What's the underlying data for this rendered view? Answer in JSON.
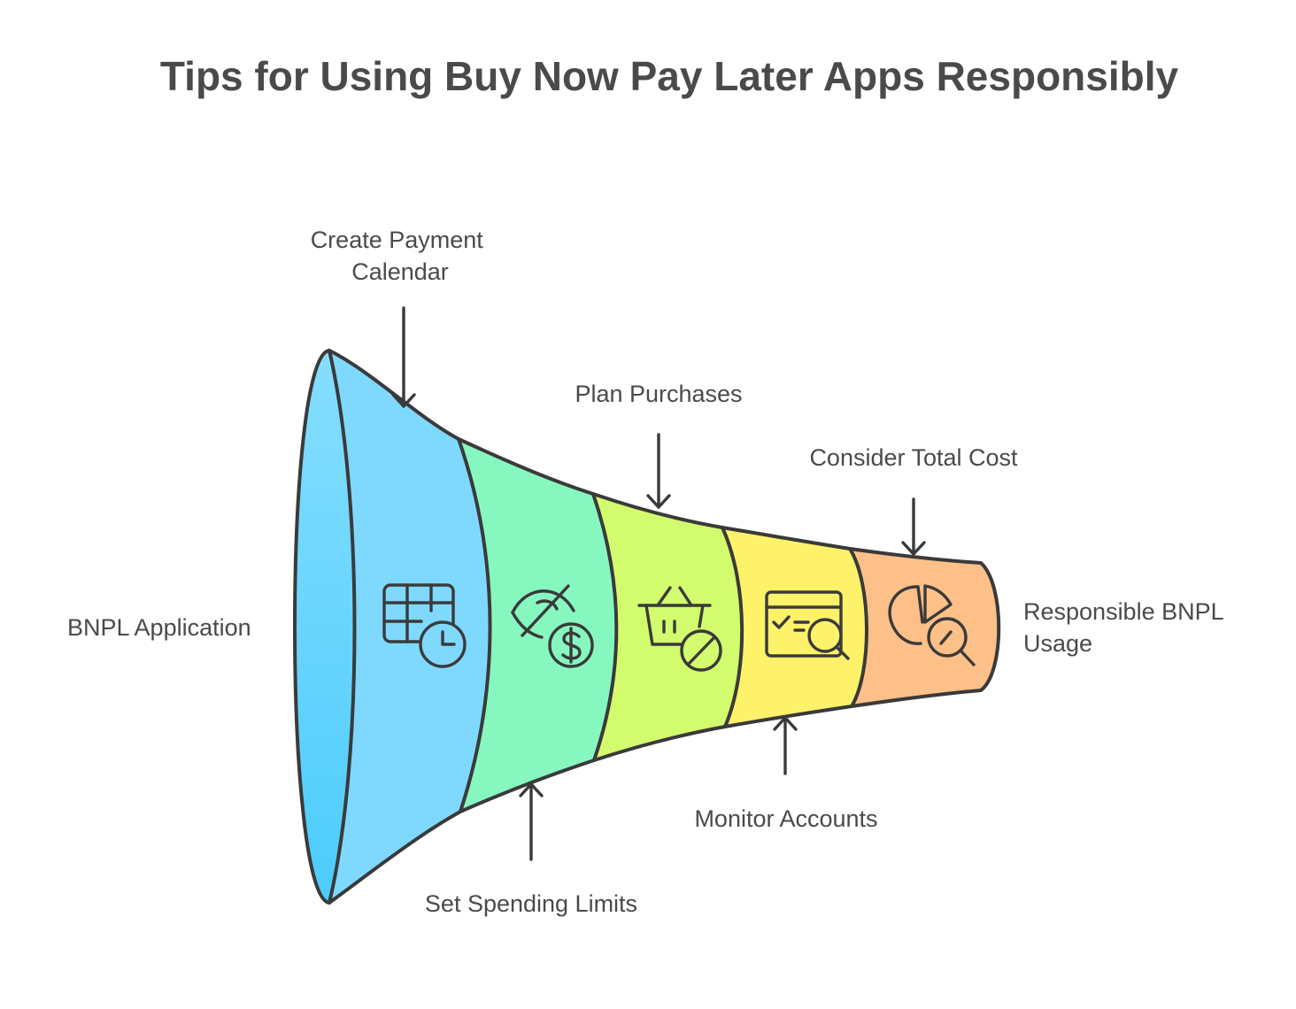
{
  "title": "Tips for Using Buy Now Pay Later Apps Responsibly",
  "start_label": "BNPL Application",
  "end_label": [
    "Responsible BNPL",
    "Usage"
  ],
  "stages": [
    {
      "label": [
        "Create Payment",
        "Calendar"
      ],
      "color": "#7fd9ff",
      "icon": "calendar-clock-icon",
      "arrow": "top"
    },
    {
      "label": [
        "Set Spending Limits"
      ],
      "color": "#87f7c0",
      "icon": "hidden-dollar-icon",
      "arrow": "bottom"
    },
    {
      "label": [
        "Plan Purchases"
      ],
      "color": "#d2fb6e",
      "icon": "basket-blocked-icon",
      "arrow": "top"
    },
    {
      "label": [
        "Monitor Accounts"
      ],
      "color": "#fef26a",
      "icon": "browser-search-icon",
      "arrow": "bottom"
    },
    {
      "label": [
        "Consider Total Cost"
      ],
      "color": "#fdc089",
      "icon": "pie-chart-search-icon",
      "arrow": "top"
    }
  ],
  "colors": {
    "mouth": "#7fdcff",
    "stroke": "#3a3a3a",
    "text": "#4a4a4a"
  }
}
